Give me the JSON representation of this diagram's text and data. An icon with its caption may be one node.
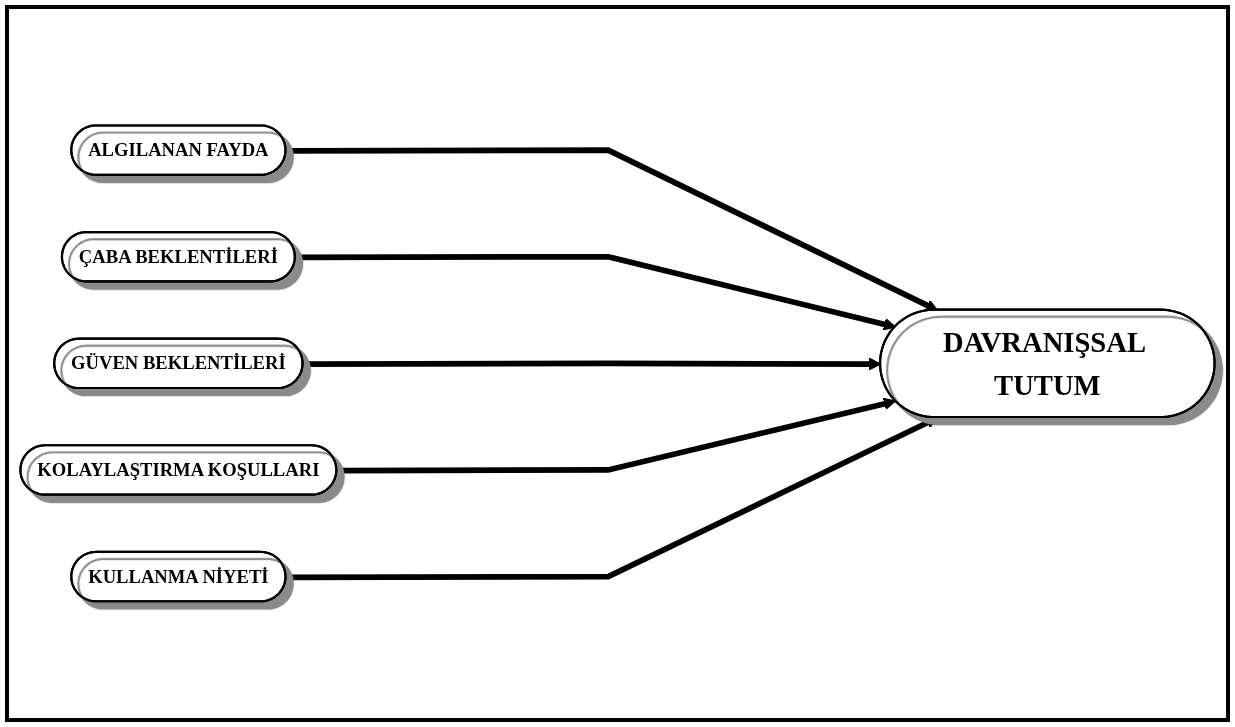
{
  "diagram": {
    "nodes": [
      {
        "text": [
          "ALGILANAN FAYDA"
        ]
      },
      {
        "text": [
          "ÇABA BEKLENTİLERİ"
        ]
      },
      {
        "text": [
          "GÜVEN BEKLENTİLERİ"
        ]
      },
      {
        "text": [
          "KOLAYLAŞTIRMA KOŞULLARI"
        ]
      },
      {
        "text": [
          "KULLANMA NİYETİ"
        ]
      },
      {
        "text": [
          "DAVRANIŞSAL TUTUM"
        ]
      }
    ],
    "edges": [
      {
        "from": 0,
        "to": 5,
        "arrow": "to"
      },
      {
        "from": 1,
        "to": 5,
        "arrow": "to"
      },
      {
        "from": 2,
        "to": 5,
        "arrow": "to"
      },
      {
        "from": 3,
        "to": 5,
        "arrow": "to"
      },
      {
        "from": 4,
        "to": 5,
        "arrow": "to"
      }
    ]
  }
}
